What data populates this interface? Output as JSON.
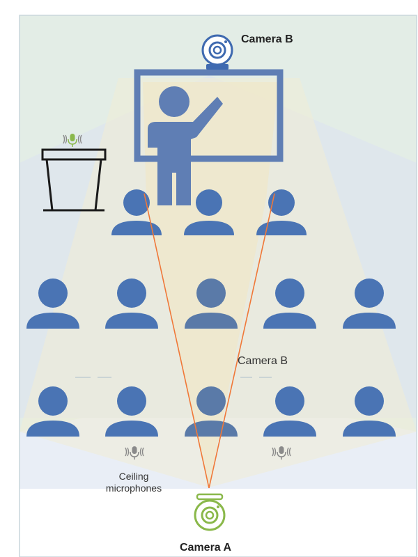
{
  "labels": {
    "camera_b_top": "Camera B",
    "camera_b_mid": "Camera B",
    "ceiling_mics_line1": "Ceiling",
    "ceiling_mics_line2": "microphones",
    "camera_a": "Camera A"
  },
  "colors": {
    "person": "#4a74b4",
    "person_shaded": "#5a7aa8",
    "board": "#5f7eb4",
    "camera_b": "#3f6ab0",
    "camera_a": "#8ab84a",
    "sight_line": "#f07838",
    "mic_grey": "#8a8a8a",
    "mic_green": "#8ab84a",
    "frame": "#c9d6dc"
  },
  "icons": {
    "camera_b": "webcam-icon",
    "camera_a": "webcam-icon",
    "microphone": "microphone-icon",
    "teacher": "teacher-pointing-icon",
    "student": "person-icon",
    "podium": "podium-icon"
  }
}
